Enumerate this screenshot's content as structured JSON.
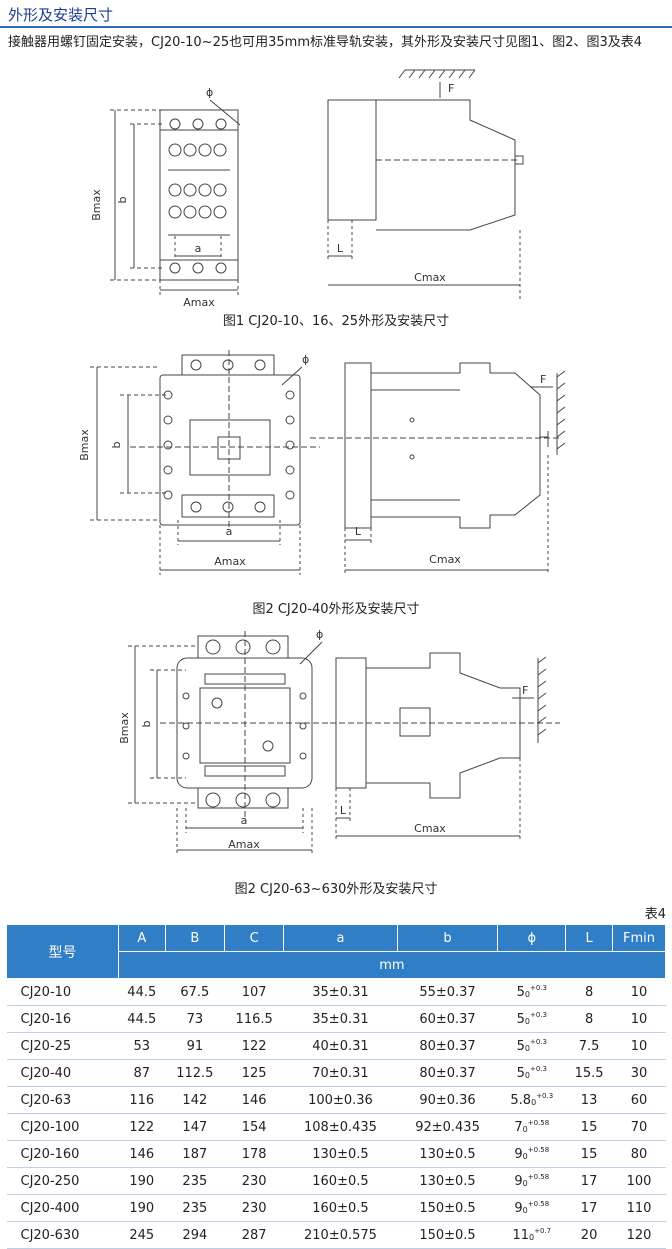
{
  "heading": "外形及安装尺寸",
  "intro": "接触器用螺钉固定安装，CJ20-10~25也可用35mm标准导轨安装，其外形及安装尺寸见图1、图2、图3及表4",
  "figures": [
    {
      "caption": "图1 CJ20-10、16、25外形及安装尺寸",
      "labels": {
        "phi": "ϕ",
        "b": "b",
        "bmax": "Bmax",
        "a": "a",
        "amax": "Amax",
        "l": "L",
        "cmax": "Cmax",
        "f": "F"
      }
    },
    {
      "caption": "图2 CJ20-40外形及安装尺寸",
      "labels": {
        "phi": "ϕ",
        "b": "b",
        "bmax": "Bmax",
        "a": "a",
        "amax": "Amax",
        "l": "L",
        "cmax": "Cmax",
        "f": "F"
      }
    },
    {
      "caption": "图2 CJ20-63~630外形及安装尺寸",
      "labels": {
        "phi": "ϕ",
        "b": "b",
        "bmax": "Bmax",
        "a": "a",
        "amax": "Amax",
        "l": "L",
        "cmax": "Cmax",
        "f": "F"
      }
    }
  ],
  "table": {
    "label": "表4",
    "headers": [
      "型号",
      "A",
      "B",
      "C",
      "a",
      "b",
      "ϕ",
      "L",
      "Fmin"
    ],
    "unit": "mm",
    "rows": [
      {
        "model": "CJ20-10",
        "A": "44.5",
        "B": "67.5",
        "C": "107",
        "a": "35±0.31",
        "b": "55±0.37",
        "phi_base": "5",
        "phi_sup": "+0.3",
        "phi_sub": "0",
        "L": "8",
        "F": "10"
      },
      {
        "model": "CJ20-16",
        "A": "44.5",
        "B": "73",
        "C": "116.5",
        "a": "35±0.31",
        "b": "60±0.37",
        "phi_base": "5",
        "phi_sup": "+0.3",
        "phi_sub": "0",
        "L": "8",
        "F": "10"
      },
      {
        "model": "CJ20-25",
        "A": "53",
        "B": "91",
        "C": "122",
        "a": "40±0.31",
        "b": "80±0.37",
        "phi_base": "5",
        "phi_sup": "+0.3",
        "phi_sub": "0",
        "L": "7.5",
        "F": "10"
      },
      {
        "model": "CJ20-40",
        "A": "87",
        "B": "112.5",
        "C": "125",
        "a": "70±0.31",
        "b": "80±0.37",
        "phi_base": "5",
        "phi_sup": "+0.3",
        "phi_sub": "0",
        "L": "15.5",
        "F": "30"
      },
      {
        "model": "CJ20-63",
        "A": "116",
        "B": "142",
        "C": "146",
        "a": "100±0.36",
        "b": "90±0.36",
        "phi_base": "5.8",
        "phi_sup": "+0.3",
        "phi_sub": "0",
        "L": "13",
        "F": "60"
      },
      {
        "model": "CJ20-100",
        "A": "122",
        "B": "147",
        "C": "154",
        "a": "108±0.435",
        "b": "92±0.435",
        "phi_base": "7",
        "phi_sup": "+0.58",
        "phi_sub": "0",
        "L": "15",
        "F": "70"
      },
      {
        "model": "CJ20-160",
        "A": "146",
        "B": "187",
        "C": "178",
        "a": "130±0.5",
        "b": "130±0.5",
        "phi_base": "9",
        "phi_sup": "+0.58",
        "phi_sub": "0",
        "L": "15",
        "F": "80"
      },
      {
        "model": "CJ20-250",
        "A": "190",
        "B": "235",
        "C": "230",
        "a": "160±0.5",
        "b": "130±0.5",
        "phi_base": "9",
        "phi_sup": "+0.58",
        "phi_sub": "0",
        "L": "17",
        "F": "100"
      },
      {
        "model": "CJ20-400",
        "A": "190",
        "B": "235",
        "C": "230",
        "a": "160±0.5",
        "b": "150±0.5",
        "phi_base": "9",
        "phi_sup": "+0.58",
        "phi_sub": "0",
        "L": "17",
        "F": "110"
      },
      {
        "model": "CJ20-630",
        "A": "245",
        "B": "294",
        "C": "287",
        "a": "210±0.575",
        "b": "150±0.5",
        "phi_base": "11",
        "phi_sup": "+0.7",
        "phi_sub": "0",
        "L": "20",
        "F": "120"
      }
    ]
  }
}
